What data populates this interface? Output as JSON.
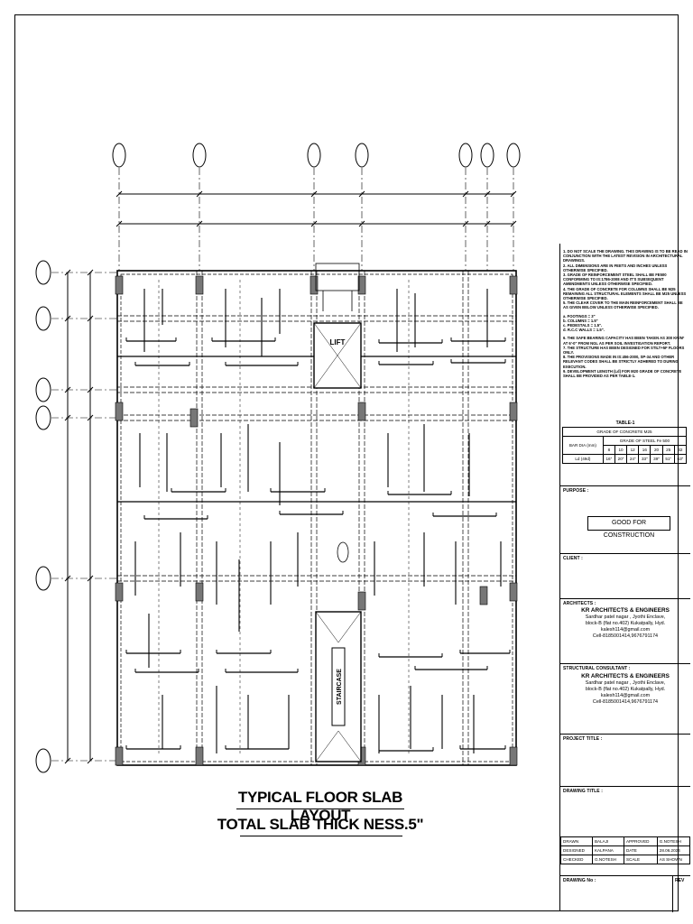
{
  "drawing": {
    "lift_label": "LIFT",
    "staircase_label": "STAIRCASE",
    "title_line1": "TYPICAL FLOOR SLAB LAYOUT",
    "title_line2": "TOTAL SLAB THICK NESS.5\""
  },
  "notes": [
    "1. DO NOT SCALE THE DRAWING. THIS DRAWING IS TO BE READ IN CONJUNCTION WITH THE LATEST REVISION IN ARCHITECTURAL DRAWINGS.",
    "2. ALL DIMENSIONS ARE IN FEETS AND INCHES UNLESS OTHERWISE SPECIFIED.",
    "3. GRADE OF REINFORCEMENT STEEL SHALL BE FE500 CONFORMING TO IS:1786-2008 AND IT'S SUBSEQUENT AMENDMENTS UNLESS OTHERWISE SPECIFIED.",
    "4. THE GRADE OF CONCRETE FOR COLUMNS SHALL BE M25 REMAINING ALL STRUCTURAL ELEMENTS SHALL BE M25 UNLESS OTHERWISE SPECIFIED.",
    "5. THE CLEAR COVER TO THE MAIN REINFORCEMENT SHALL BE AS GIVEN BELOW UNLESS OTHERWISE SPECIFIED."
  ],
  "covers": [
    "a. FOOTINGS   = 3\"",
    "b. COLUMNS   = 1.5\"",
    "c. PEDESTALS  = 1.5\".",
    "d. R.C.C WALLS = 1.5\"."
  ],
  "notes2": [
    "6. THE SAFE BEARING CAPACITY HAS BEEN TAKEN AS 300 KN/M² AT 6'-0\" FROM NGL AS PER SOIL INVESTIGATION REPORT.",
    "7. THE STRUCTURE HAS BEEN DESIGNED FOR STILT+5F FLOORS ONLY.",
    "8. THE PROVISIONS MADE IN IS:456-2000, SP-34 AND OTHER RELEVANT CODES SHALL BE STRICTLY ADHERED TO DURING EXECUTION.",
    "9. DEVELOPMENT LENGTH (Ld) FOR M20 GRADE OF CONCRETE SHALL BE PROVIDED AS PER TABLE-1."
  ],
  "table1": {
    "title": "TABLE-1",
    "row_grade_concrete": "GRADE OF CONCRETE M25",
    "row_grade_steel": "GRADE OF STEEL Fe 500",
    "bar_label": "BAR DIA (mm)",
    "ld_label": "Ld (49d)",
    "bar_dias": [
      "8",
      "10",
      "12",
      "16",
      "20",
      "25",
      "32"
    ],
    "ld_values": [
      "16\"",
      "20\"",
      "24\"",
      "33\"",
      "39\"",
      "51\"",
      "63\""
    ]
  },
  "titleblock": {
    "purpose_label": "PURPOSE :",
    "good_for_construction": "GOOD FOR CONSTRUCTION",
    "client_label": "CLIENT :",
    "architects_label": "ARCHITECTS :",
    "arch_firm": "KR ARCHITECTS & ENGINEERS",
    "arch_addr1": "Sardhar patel nagar , Jyothi Enclave,",
    "arch_addr2": "block-B (flat no.402) Kukatpally, Hyd.",
    "arch_email": "kalesh114@gmail.com",
    "arch_cell": "Cell-8185001414,9676791174",
    "structural_label": "STRUCTURAL CONSULTANT :",
    "str_firm": "KR ARCHITECTS & ENGINEERS",
    "str_addr1": "Sardhar patel nagar , Jyothi Enclave,",
    "str_addr2": "block-B (flat no.402) Kukatpally, Hyd.",
    "str_email": "kalesh114@gmail.com",
    "str_cell": "Cell-8185001414,9676791174",
    "project_title_label": "PROJECT TITLE :",
    "drawing_title_label": "DRAWING TITLE :",
    "drawn_label": "DRAWN",
    "drawn_by": "BALAJI",
    "approved_label": "APPROVED",
    "approved_by": "G.NOTESH",
    "designed_label": "DESIGNED",
    "designed_by": "KALPANA",
    "date_label": "DATE",
    "date_value": "28.06.2024",
    "checked_label": "CHECKED",
    "checked_by": "G.NOTESH",
    "scale_label": "SCALE",
    "scale_value": "AS SHOWN",
    "drawing_no_label": "DRAWING No :",
    "rev_label": "REV"
  }
}
